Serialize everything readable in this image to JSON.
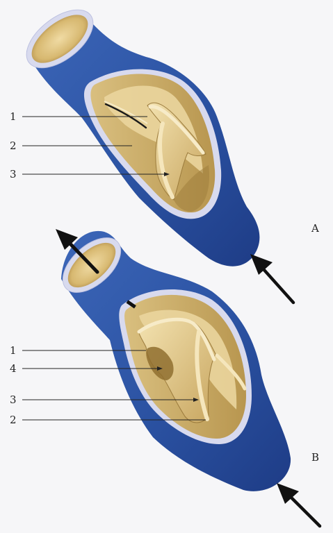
{
  "panels": [
    {
      "letter": "A",
      "labels": [
        "1",
        "2",
        "3"
      ]
    },
    {
      "letter": "B",
      "labels": [
        "1",
        "4",
        "3",
        "2"
      ]
    }
  ],
  "colors": {
    "vein_blue": "#2d55a6",
    "vein_dark": "#1d3a82",
    "vein_rim": "#d7d9ef",
    "tissue_cream": "#e4cc8e",
    "tissue_shadow": "#a88642",
    "arrow": "#111111",
    "background": "#f6f6f8"
  },
  "icons": [
    "flow-arrow-icon"
  ]
}
